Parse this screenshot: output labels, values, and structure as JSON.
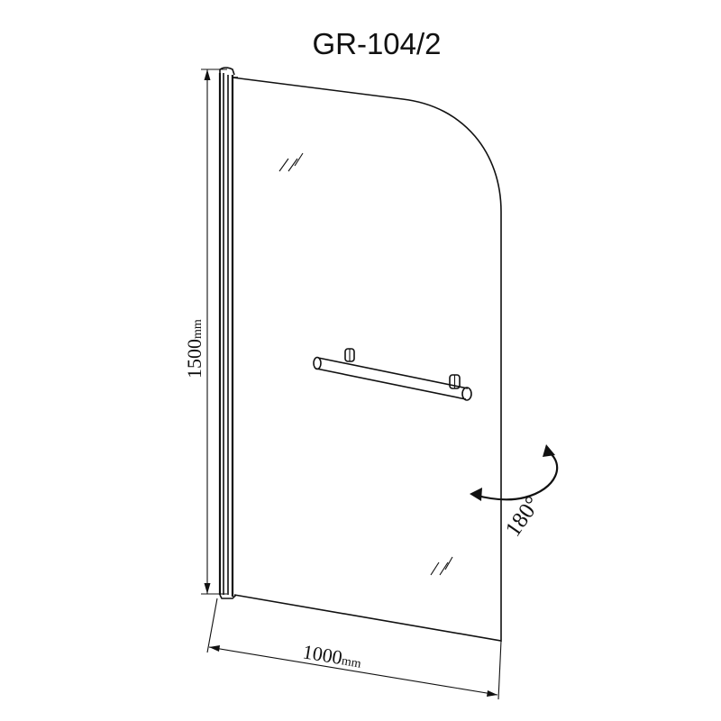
{
  "title": "GR-104/2",
  "dimensions": {
    "height": {
      "value": "1500",
      "unit": "mm"
    },
    "width": {
      "value": "1000",
      "unit": "mm"
    }
  },
  "rotation": {
    "label": "180°"
  },
  "glass_marks": [
    "//",
    "//"
  ],
  "colors": {
    "line": "#111111",
    "background": "#ffffff"
  }
}
